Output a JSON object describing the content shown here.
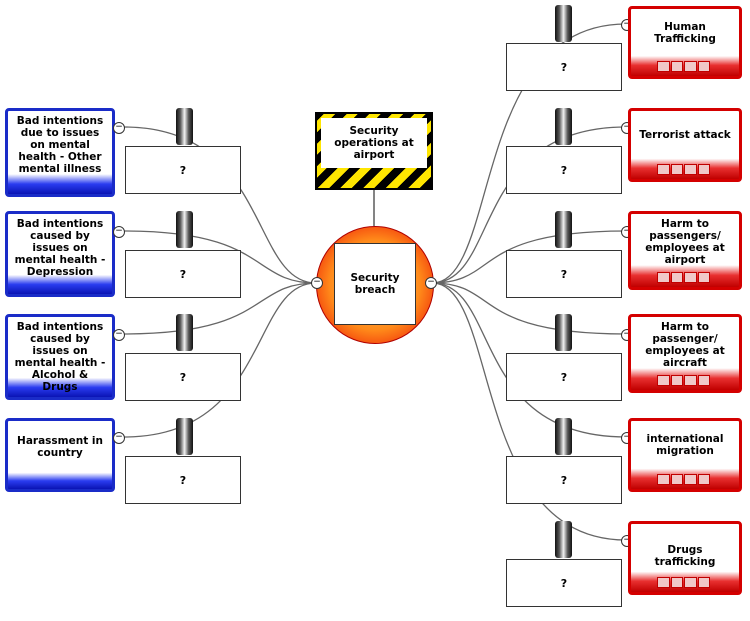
{
  "hazard": {
    "label": "Security operations at airport"
  },
  "top_event": {
    "label": "Security breach"
  },
  "threats": [
    {
      "label": "Bad intentions due to issues on mental health - Other mental illness",
      "barrier": "?"
    },
    {
      "label": "Bad intentions caused by issues on mental health - Depression",
      "barrier": "?"
    },
    {
      "label": "Bad intentions caused by issues on mental health - Alcohol & Drugs",
      "barrier": "?"
    },
    {
      "label": "Harassment in country",
      "barrier": "?"
    }
  ],
  "consequences": [
    {
      "label": "Human Trafficking",
      "barrier": "?"
    },
    {
      "label": "Terrorist attack",
      "barrier": "?"
    },
    {
      "label": "Harm to passengers/ employees at airport",
      "barrier": "?"
    },
    {
      "label": "Harm to passenger/ employees at aircraft",
      "barrier": "?"
    },
    {
      "label": "international migration",
      "barrier": "?"
    },
    {
      "label": "Drugs trafficking",
      "barrier": "?"
    }
  ],
  "colors": {
    "threat": "#1a2cc8",
    "consequence": "#d40000",
    "hazard_stripe": "#ffe600"
  }
}
